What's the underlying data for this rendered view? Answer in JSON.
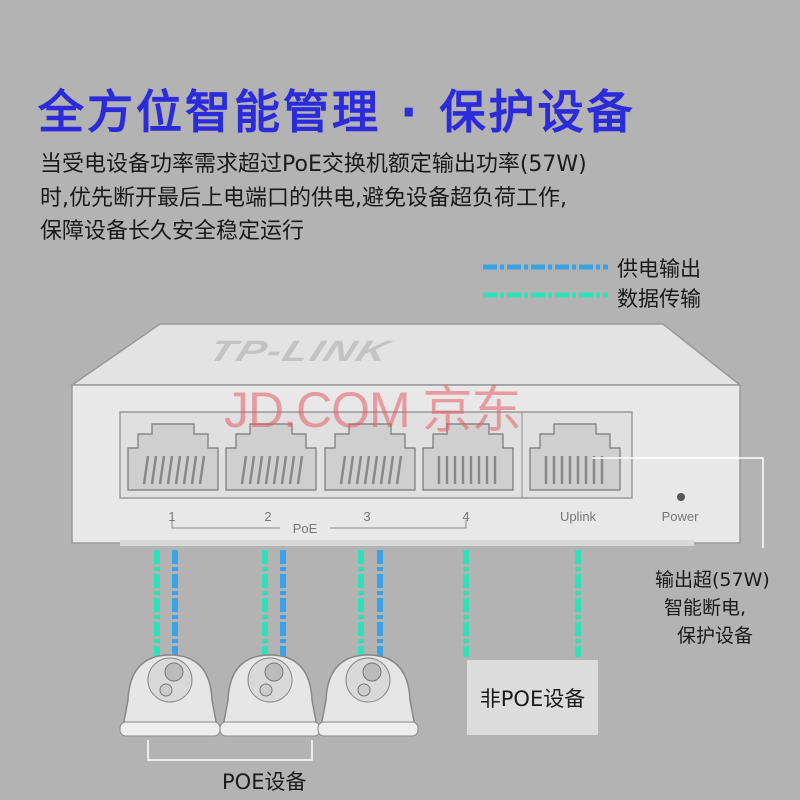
{
  "header": {
    "title": "全方位智能管理 · 保护设备",
    "description_lines": [
      "当受电设备功率需求超过PoE交换机额定输出功率(57W)",
      "时,优先断开最后上电端口的供电,避免设备超负荷工作,",
      "保障设备长久安全稳定运行"
    ]
  },
  "legend": {
    "items": [
      {
        "label": "供电输出",
        "color": "#3aa3e8"
      },
      {
        "label": "数据传输",
        "color": "#2fe0b8"
      }
    ]
  },
  "switch": {
    "brand_logo": "TP-LINK",
    "watermark": "JD.COM 京东",
    "ports": [
      "1",
      "2",
      "3",
      "4",
      "Uplink"
    ],
    "poe_group_label": "PoE",
    "power_label": "Power"
  },
  "callout": {
    "lines": [
      "输出超(57W)",
      "智能断电,",
      "保护设备"
    ]
  },
  "devices": {
    "non_poe_label": "非POE设备",
    "poe_label": "POE设备"
  }
}
